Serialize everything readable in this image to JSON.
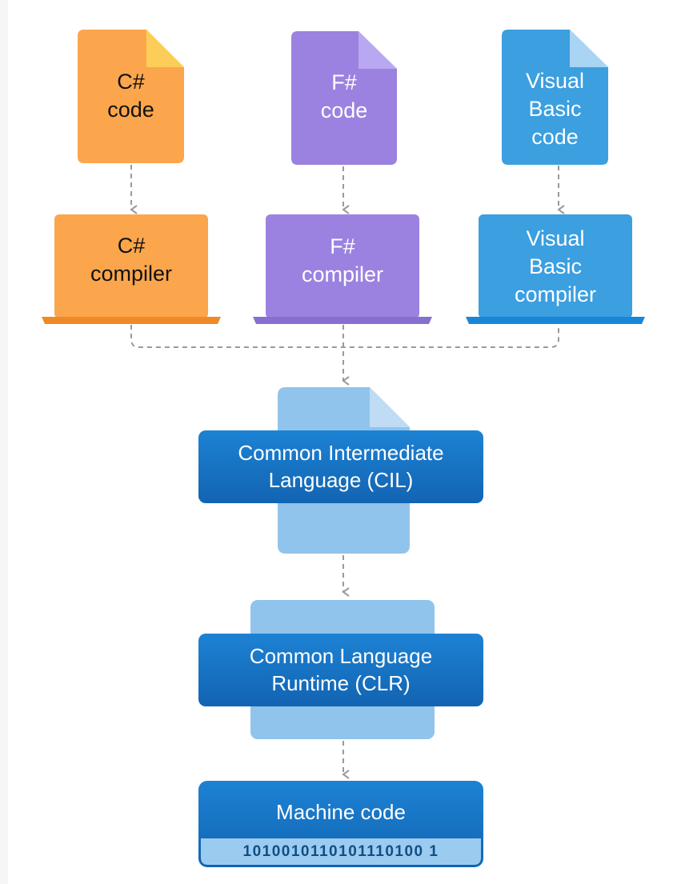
{
  "colors": {
    "csharp": "#fba64c",
    "csharp_fold": "#fcce59",
    "csharp_base": "#ef8a27",
    "fsharp": "#9b82e0",
    "fsharp_fold": "#b9a8f1",
    "fsharp_base": "#8670cf",
    "vb": "#3b9fe0",
    "vb_fold": "#a9d4f3",
    "vb_base": "#1a86d8",
    "doc_light": "#90c4ec",
    "box_blue_top": "#1b7ed0",
    "box_blue_bottom": "#1266b4",
    "bits_strip": "#9ccbf0",
    "connector": "#9a9a9a"
  },
  "languages": [
    {
      "id": "csharp",
      "code": "C#\ncode",
      "compiler": "C#\ncompiler"
    },
    {
      "id": "fsharp",
      "code": "F#\ncode",
      "compiler": "F#\ncompiler"
    },
    {
      "id": "vb",
      "code": "Visual\nBasic\ncode",
      "compiler": "Visual\nBasic\ncompiler"
    }
  ],
  "cil": {
    "label": "Common Intermediate\nLanguage (CIL)"
  },
  "clr": {
    "label": "Common Language\nRuntime (CLR)"
  },
  "machine": {
    "label": "Machine code",
    "bits": "1010010110101110100 1"
  }
}
